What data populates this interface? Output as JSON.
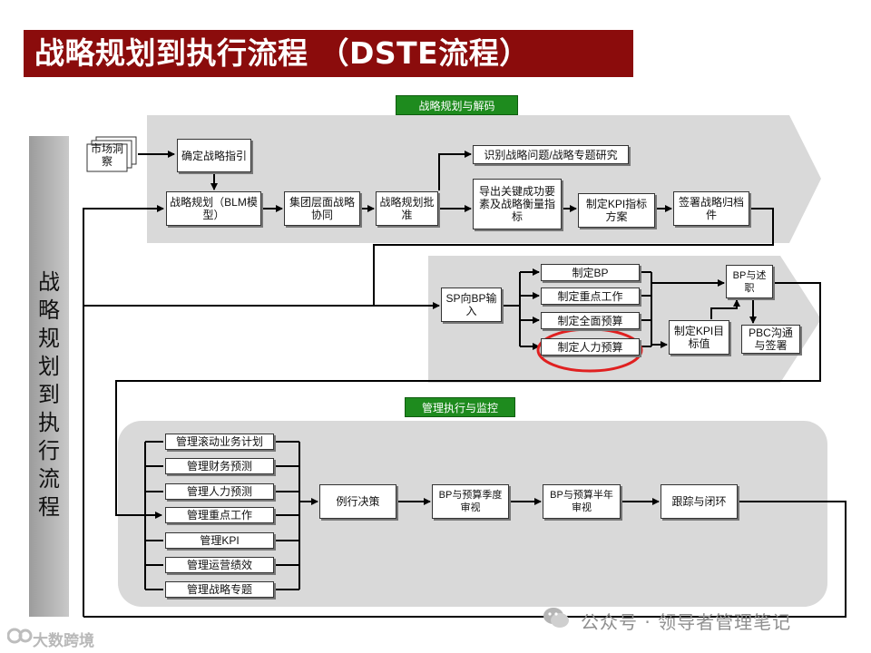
{
  "title": "战略规划到执行流程 （DSTE流程）",
  "side_label": [
    "战",
    "略",
    "规",
    "划",
    "到",
    "执",
    "行",
    "流",
    "程"
  ],
  "tags": {
    "planning": "战略规划与解码",
    "execution": "管理执行与监控"
  },
  "planning": {
    "market": "市场洞察",
    "direction": "确定战略指引",
    "blm": "战略规划（BLM模型）",
    "group": "集团层面战略协同",
    "approve": "战略规划批准",
    "issues": "识别战略问题/战略专题研究",
    "derive": "导出关键成功要素及战略衡量指标",
    "kpi_plan": "制定KPI指标方案",
    "sign_file": "签署战略归档件"
  },
  "bp": {
    "input": "SP向BP输入",
    "make_bp": "制定BP",
    "key_work": "制定重点工作",
    "budget": "制定全面预算",
    "hr_budget": "制定人力预算",
    "kpi_target": "制定KPI目标值",
    "bp_report": "BP与述职",
    "pbc": "PBC沟通与签署"
  },
  "execution": {
    "left_items": [
      "管理滚动业务计划",
      "管理财务预测",
      "管理人力预测",
      "管理重点工作",
      "管理KPI",
      "管理运营绩效",
      "管理战略专题"
    ],
    "routine": "例行决策",
    "quarterly": "BP与预算季度审视",
    "halfyear": "BP与预算半年审视",
    "tracking": "跟踪与闭环"
  },
  "watermark": "公众号 · 领导者管理笔记",
  "logo": "大数跨境",
  "colors": {
    "title_bg": "#8b0c0c",
    "tag_bg": "#1e8b1e",
    "band_bg": "#d9d9d9",
    "highlight": "#e02020"
  }
}
